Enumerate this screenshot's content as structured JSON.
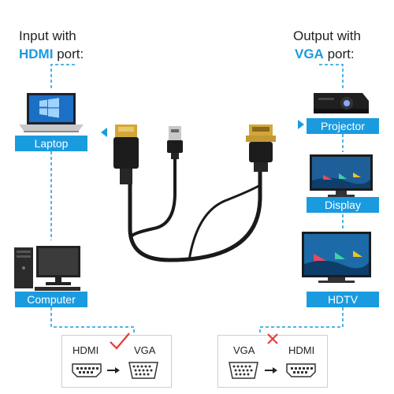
{
  "input": {
    "line1": "Input with",
    "port": "HDMI",
    "suffix": "port:"
  },
  "output": {
    "line1": "Output with",
    "port": "VGA",
    "suffix": "port:"
  },
  "devices": {
    "laptop": "Laptop",
    "computer": "Computer",
    "projector": "Projector",
    "display": "Display",
    "hdtv": "HDTV"
  },
  "conversion": {
    "left": {
      "from": "HDMI",
      "to": "VGA",
      "status": "check-mark-icon"
    },
    "right": {
      "from": "VGA",
      "to": "HDMI",
      "status": "cross-mark-icon"
    }
  },
  "colors": {
    "accent": "#1a9be0",
    "check": "#e53935",
    "cross": "#e53935"
  }
}
